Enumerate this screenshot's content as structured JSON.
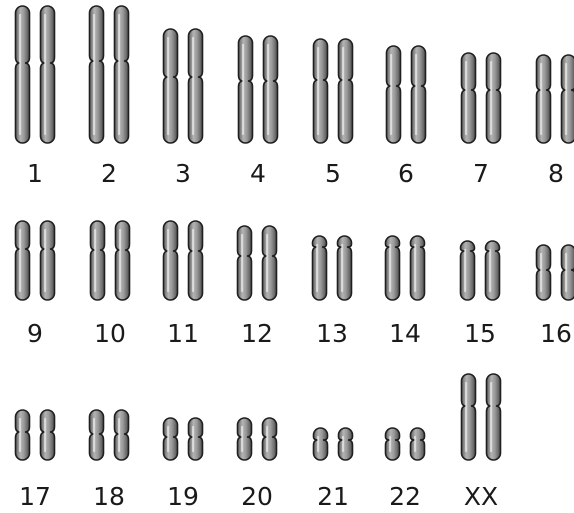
{
  "karyotype": {
    "pairs": [
      {
        "label": "1"
      },
      {
        "label": "2"
      },
      {
        "label": "3"
      },
      {
        "label": "4"
      },
      {
        "label": "5"
      },
      {
        "label": "6"
      },
      {
        "label": "7"
      },
      {
        "label": "8"
      },
      {
        "label": "9"
      },
      {
        "label": "10"
      },
      {
        "label": "11"
      },
      {
        "label": "12"
      },
      {
        "label": "13"
      },
      {
        "label": "14"
      },
      {
        "label": "15"
      },
      {
        "label": "16"
      },
      {
        "label": "17"
      },
      {
        "label": "18"
      },
      {
        "label": "19"
      },
      {
        "label": "20"
      },
      {
        "label": "21"
      },
      {
        "label": "22"
      },
      {
        "label": "XX"
      }
    ],
    "colors": {
      "chromosome_fill": "#8c8c8c",
      "chromosome_outline": "#1f1f1f",
      "label": "#1a1a1a",
      "background": "#ffffff"
    }
  }
}
